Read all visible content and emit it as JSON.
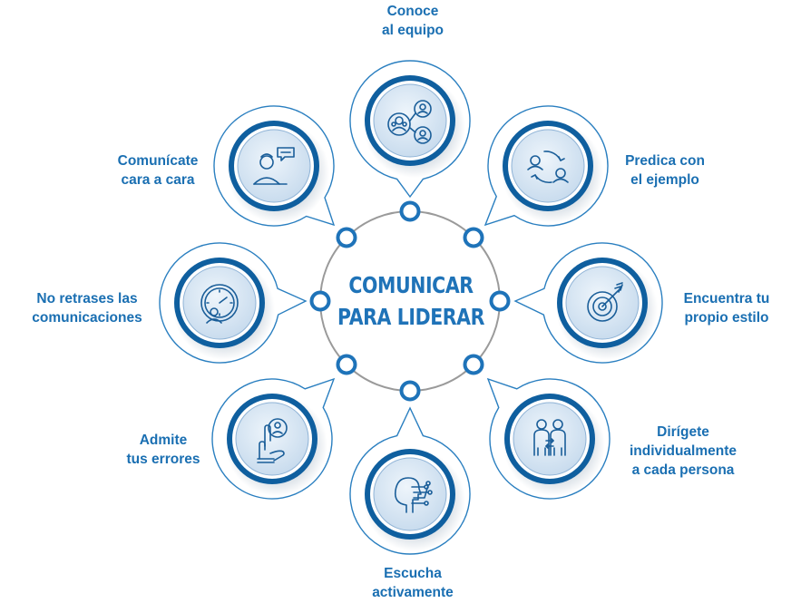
{
  "center": {
    "line1": "COMUNICAR",
    "line2": "PARA LIDERAR"
  },
  "colors": {
    "primary": "#1e73b9",
    "dark": "#0f5f9f",
    "bubble_outline": "#2a7fc0",
    "ring": "#9a9a9a",
    "dot_fill": "#ffffff",
    "icon_bg": "#d9e8f5"
  },
  "items": [
    {
      "id": "conoce",
      "icon": "team-network-icon",
      "label": [
        "Conoce",
        "al equipo"
      ]
    },
    {
      "id": "predica",
      "icon": "people-exchange-icon",
      "label": [
        "Predica con",
        "el ejemplo"
      ]
    },
    {
      "id": "estilo",
      "icon": "target-arrow-icon",
      "label": [
        "Encuentra tu",
        "propio estilo"
      ]
    },
    {
      "id": "dirigete",
      "icon": "two-people-icon",
      "label": [
        "Dirígete",
        "individualmente",
        "a cada persona"
      ]
    },
    {
      "id": "escucha",
      "icon": "head-network-icon",
      "label": [
        "Escucha",
        "activamente"
      ]
    },
    {
      "id": "admite",
      "icon": "hand-person-icon",
      "label": [
        "Admite",
        "tus errores"
      ]
    },
    {
      "id": "retrases",
      "icon": "clock-person-icon",
      "label": [
        "No retrases las",
        "comunicaciones"
      ]
    },
    {
      "id": "comunicate",
      "icon": "person-speech-icon",
      "label": [
        "Comunícate",
        "cara a cara"
      ]
    }
  ]
}
